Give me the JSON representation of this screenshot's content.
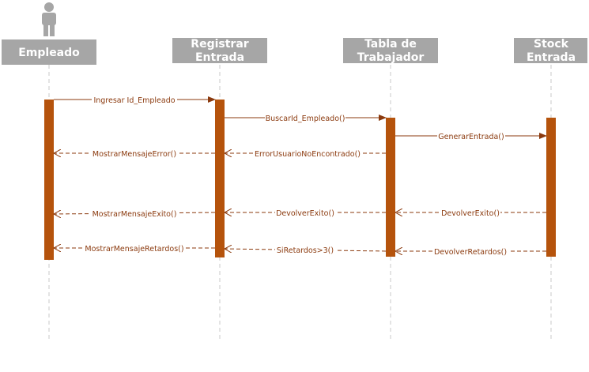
{
  "participants": [
    {
      "id": "empleado",
      "label_lines": [
        "Empleado"
      ],
      "has_actor": true
    },
    {
      "id": "registrar",
      "label_lines": [
        "Registrar",
        "Entrada"
      ],
      "has_actor": false
    },
    {
      "id": "tabla",
      "label_lines": [
        "Tabla de",
        "Trabajador"
      ],
      "has_actor": false
    },
    {
      "id": "stock",
      "label_lines": [
        "Stock",
        "Entrada"
      ],
      "has_actor": false
    }
  ],
  "messages": [
    {
      "id": "ingresar",
      "label": "Ingresar Id_Empleado",
      "from": "empleado",
      "to": "registrar",
      "style": "solid"
    },
    {
      "id": "buscar",
      "label": "BuscarId_Empleado()",
      "from": "registrar",
      "to": "tabla",
      "style": "solid"
    },
    {
      "id": "generar",
      "label": "GenerarEntrada()",
      "from": "tabla",
      "to": "stock",
      "style": "solid"
    },
    {
      "id": "mostrar-error",
      "label": "MostrarMensajeError()",
      "from": "registrar",
      "to": "empleado",
      "style": "dashed"
    },
    {
      "id": "error-usuario",
      "label": "ErrorUsuarioNoEncontrado()",
      "from": "tabla",
      "to": "registrar",
      "style": "dashed"
    },
    {
      "id": "mostrar-exito",
      "label": "MostrarMensajeExito()",
      "from": "registrar",
      "to": "empleado",
      "style": "dashed"
    },
    {
      "id": "devolver-exito-1",
      "label": "DevolverExito()",
      "from": "tabla",
      "to": "registrar",
      "style": "dashed"
    },
    {
      "id": "devolver-exito-2",
      "label": "DevolverExito()",
      "from": "stock",
      "to": "tabla",
      "style": "dashed"
    },
    {
      "id": "mostrar-retardos",
      "label": "MostrarMensajeRetardos()",
      "from": "registrar",
      "to": "empleado",
      "style": "dashed"
    },
    {
      "id": "si-retardos",
      "label": "SiRetardos>3()",
      "from": "tabla",
      "to": "registrar",
      "style": "dashed"
    },
    {
      "id": "devolver-retardos",
      "label": "DevolverRetardos()",
      "from": "stock",
      "to": "tabla",
      "style": "dashed"
    }
  ],
  "colors": {
    "header_fill": "#a6a6a6",
    "header_text": "#ffffff",
    "activation": "#b5530c",
    "message_line": "#8b3a0e",
    "lifeline": "#c8c8c8",
    "actor": "#a6a6a6"
  }
}
